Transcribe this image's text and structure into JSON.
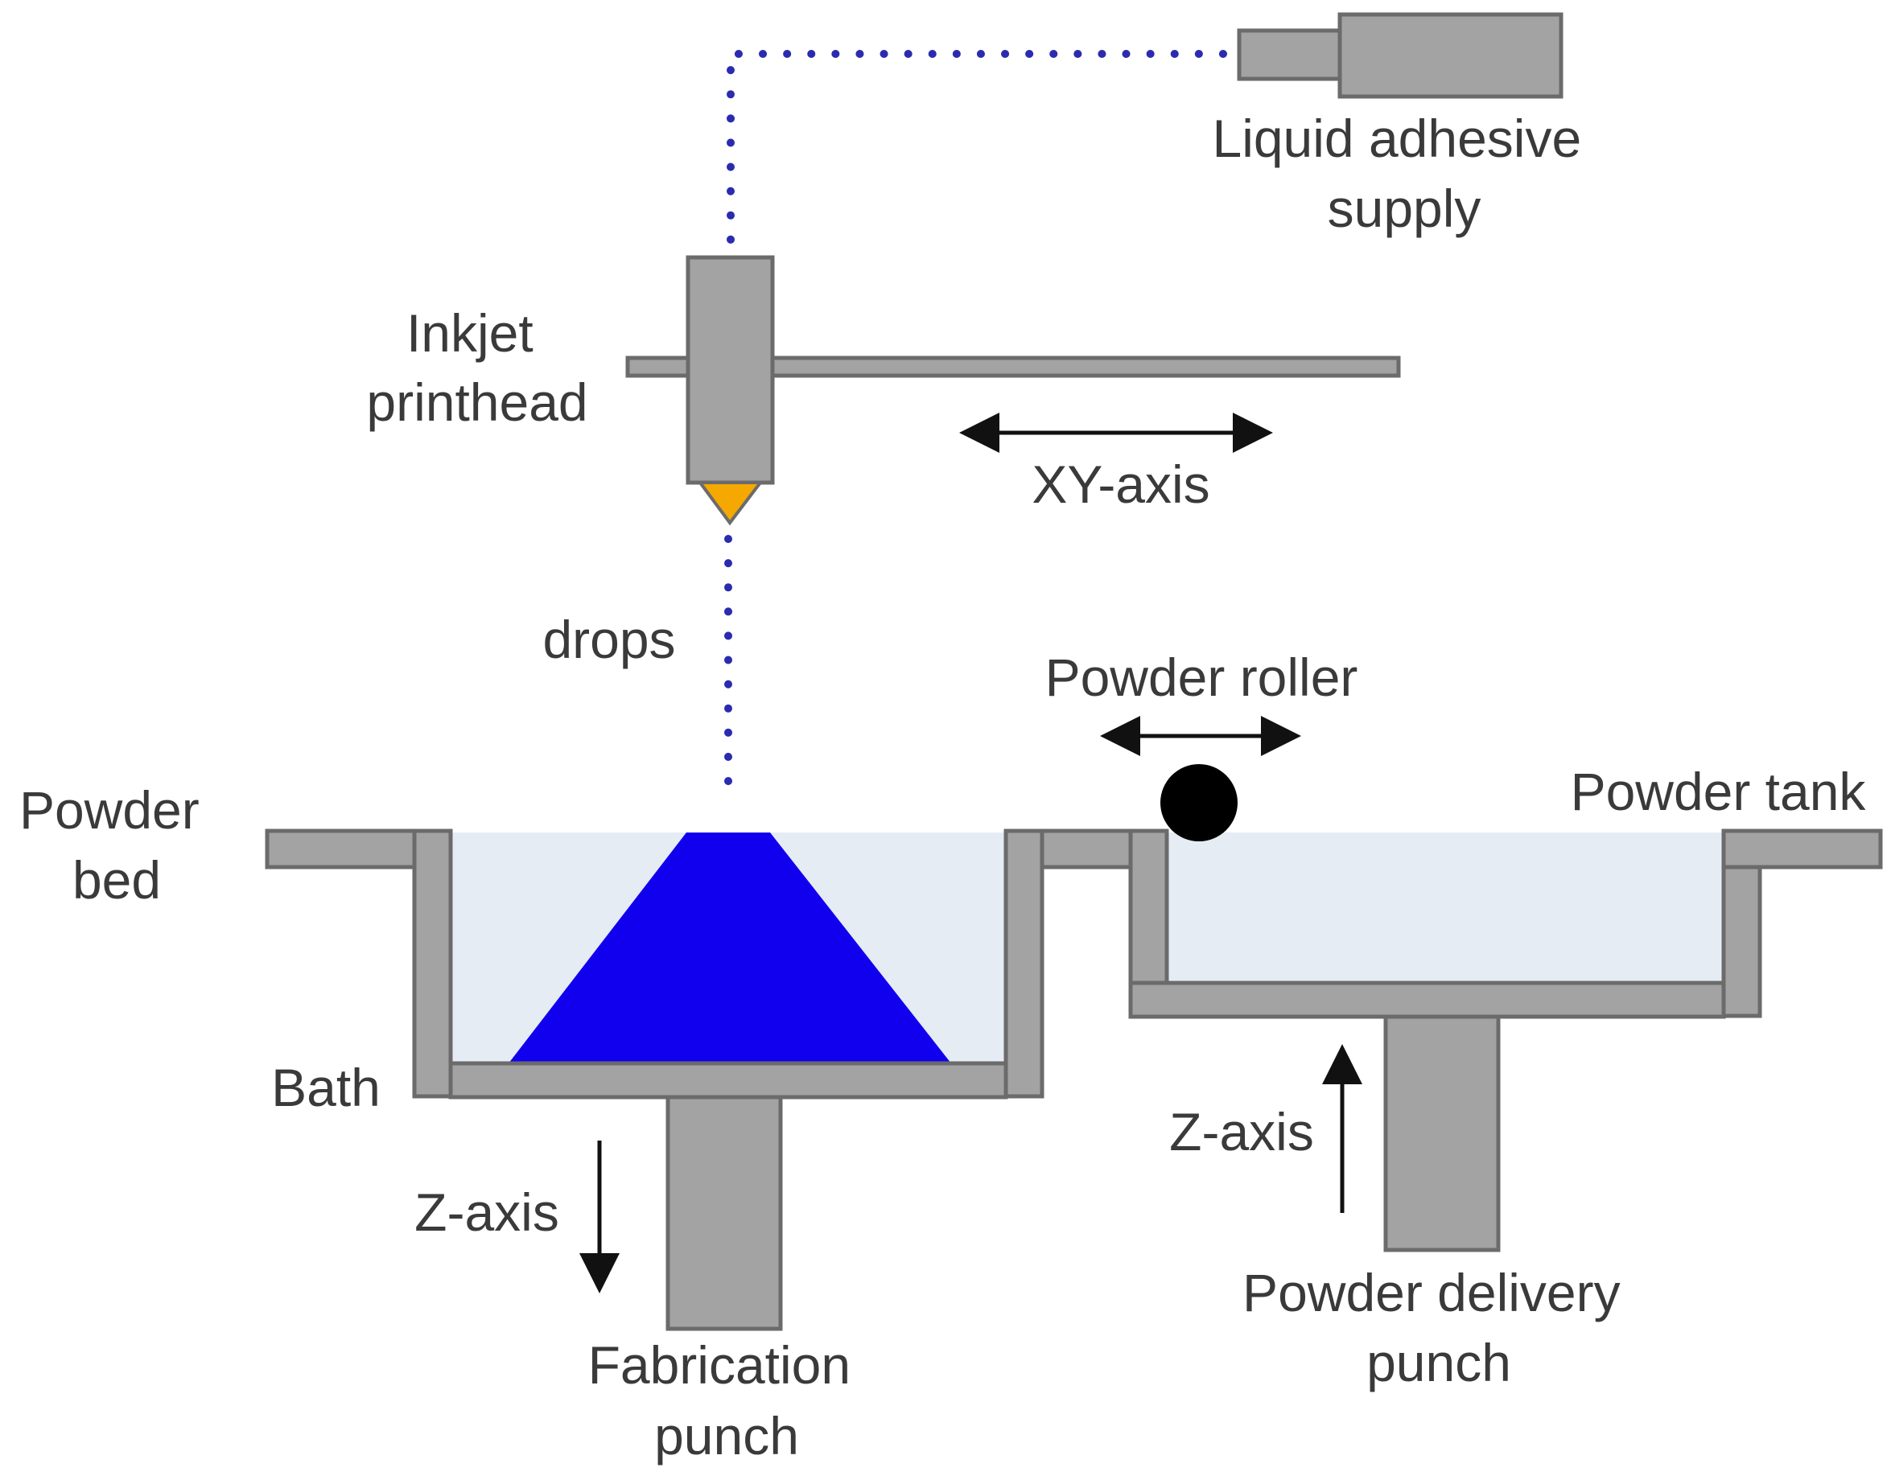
{
  "colors": {
    "part_fill": "#a3a3a3",
    "part_stroke": "#6b6b6b",
    "powder": "#e5ecf4",
    "object": "#1100ee",
    "nozzle_tip": "#f5a800",
    "drops": "#2b2bb0",
    "roller": "#000000",
    "arrow": "#111111",
    "text": "#3a3a3a"
  },
  "labels": {
    "liquid_adhesive_supply": [
      "Liquid adhesive",
      "supply"
    ],
    "inkjet_printhead": [
      "Inkjet",
      "printhead"
    ],
    "xy_axis": "XY-axis",
    "drops": "drops",
    "powder_roller": "Powder roller",
    "powder_tank": "Powder tank",
    "powder_bed": [
      "Powder",
      "bed"
    ],
    "bath": "Bath",
    "z_axis_left": "Z-axis",
    "z_axis_right": "Z-axis",
    "fabrication_punch": [
      "Fabrication",
      "punch"
    ],
    "powder_delivery_punch": [
      "Powder delivery",
      "punch"
    ]
  }
}
